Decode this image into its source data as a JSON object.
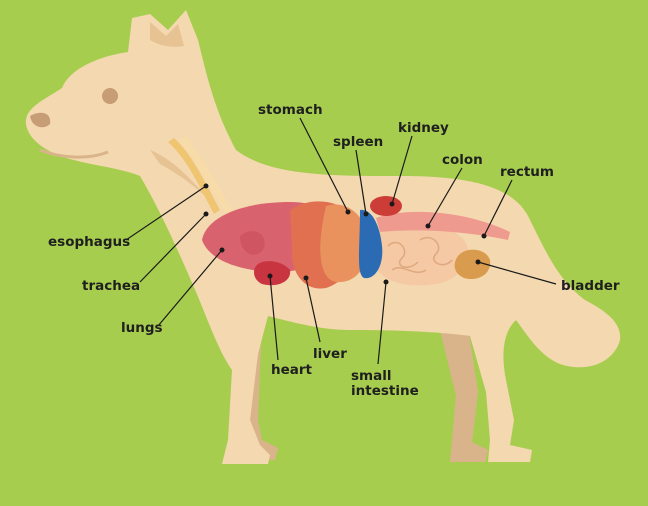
{
  "colors": {
    "background": "#a7cd4f",
    "body": "#f4d8b0",
    "body_shade": "#d9b48a",
    "lungs": "#d9626f",
    "heart": "#c8343f",
    "liver": "#e0704f",
    "stomach": "#e9925d",
    "spleen": "#2a6bb3",
    "kidney": "#cc3d38",
    "colon": "#ef9a8e",
    "intestine": "#f4c9a4",
    "bladder": "#d99c4e",
    "esophagus": "#f0c36a",
    "leader": "#1a1a1a"
  },
  "labels": {
    "stomach": "stomach",
    "spleen": "spleen",
    "kidney": "kidney",
    "colon": "colon",
    "rectum": "rectum",
    "esophagus": "esophagus",
    "trachea": "trachea",
    "lungs": "lungs",
    "bladder": "bladder",
    "heart": "heart",
    "liver": "liver",
    "small_intestine_line1": "small",
    "small_intestine_line2": "intestine"
  }
}
